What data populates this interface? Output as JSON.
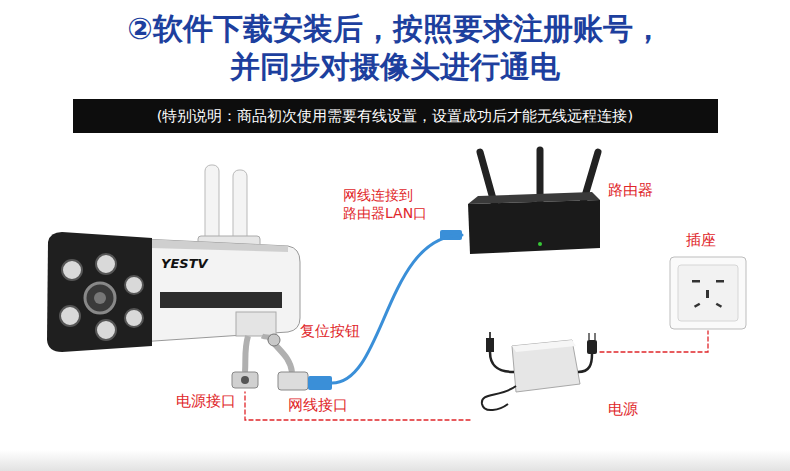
{
  "diagram": {
    "title": "②软件下载安装后，按照要求注册账号， 并同步对摄像头进行通电",
    "nodes": [
      {
        "text": [
          "(特别说明：商品初次使用需要有线设置，设置成功后才能无线远程连接)"
        ]
      },
      {
        "text": [
          "YESTV"
        ]
      },
      {
        "text": [
          "路由器"
        ]
      },
      {
        "text": [
          "插座"
        ]
      },
      {
        "text": [
          "电源"
        ]
      }
    ],
    "edges": [
      {
        "from": 1,
        "to": 2,
        "arrow": "none",
        "label": "网线连接到 路由器LAN口"
      },
      {
        "from": 4,
        "to": 1,
        "arrow": "none"
      },
      {
        "from": 4,
        "to": 3,
        "arrow": "none"
      }
    ],
    "labels": [
      "复位按钮",
      "网线接口",
      "电源接口"
    ]
  }
}
